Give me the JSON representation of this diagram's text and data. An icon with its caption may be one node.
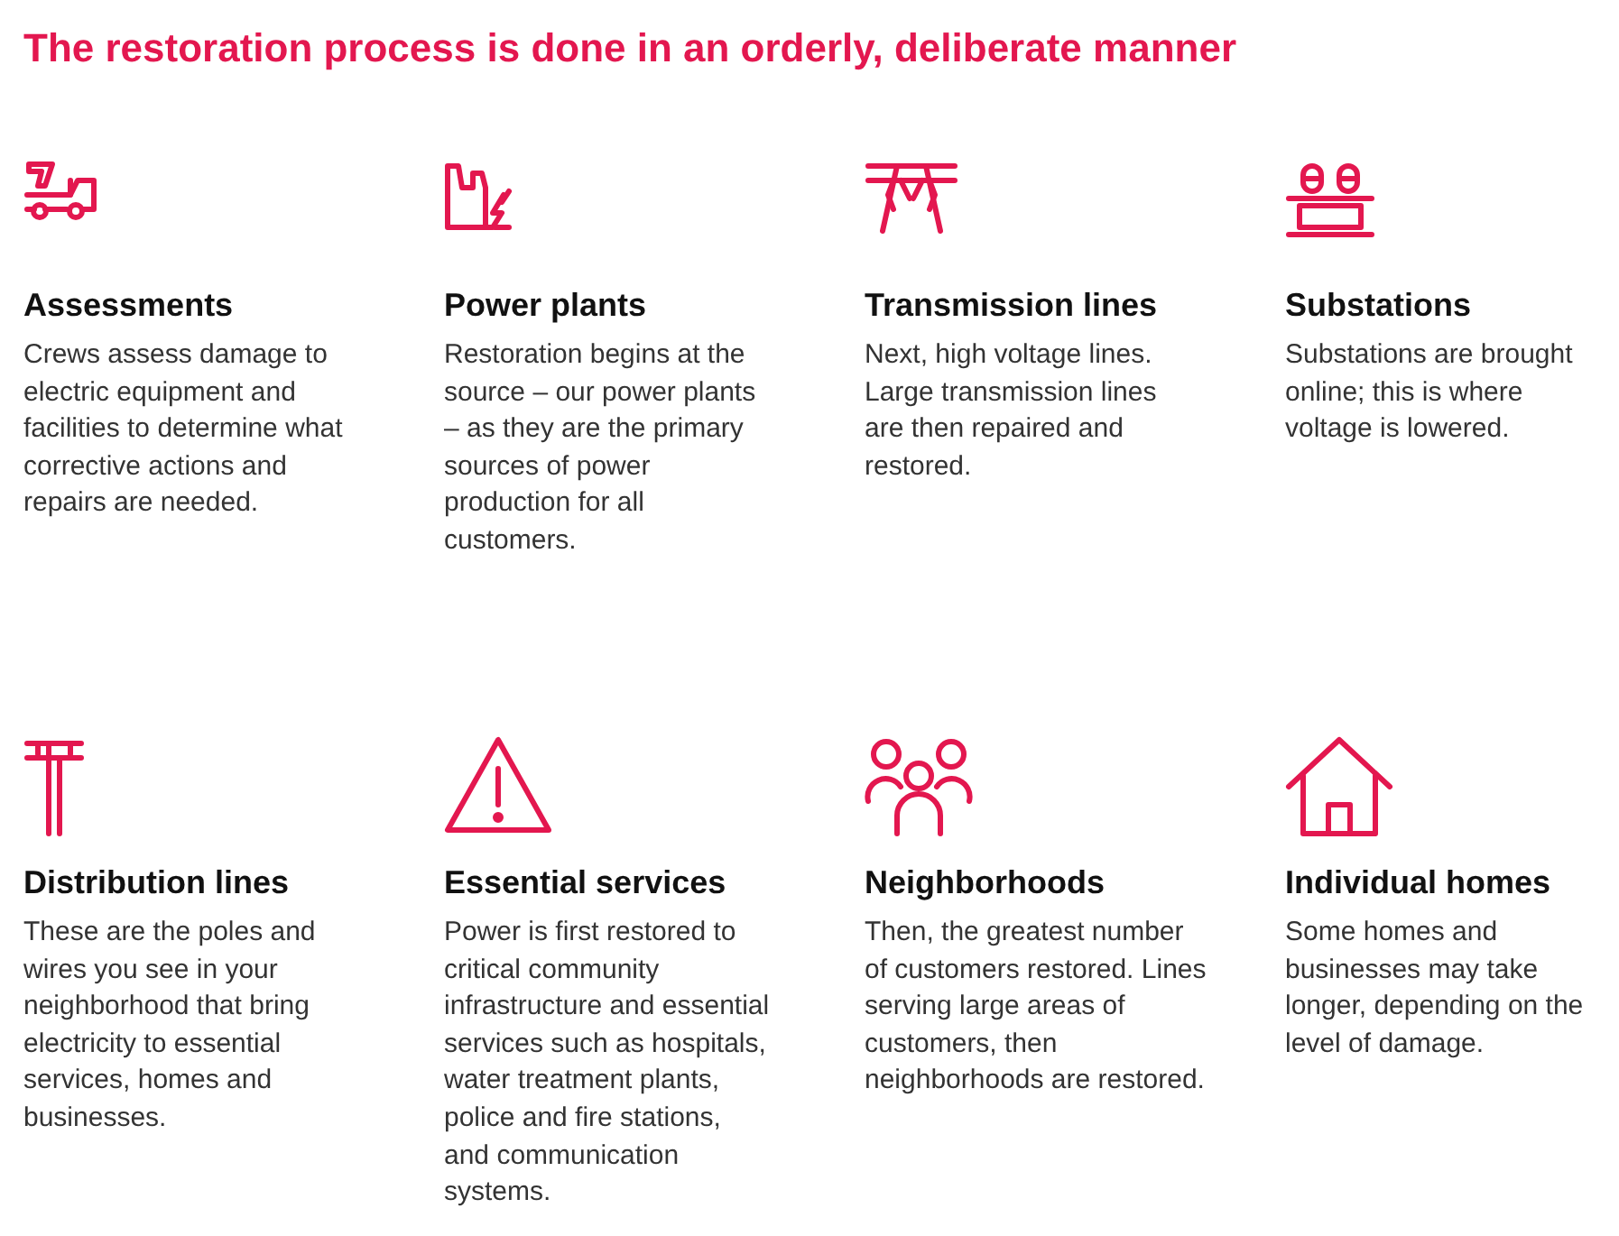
{
  "diagram": {
    "title": "The restoration process is done in an orderly, deliberate manner",
    "labels": [
      "Assessments",
      "Crews assess damage to electric equipment and facilities to determine what corrective actions and repairs are needed.",
      "Power plants",
      "Restoration begins at the source – our power plants – as they are the primary sources of power production for all customers.",
      "Transmission lines",
      "Next, high voltage lines. Large transmission lines are then repaired and restored.",
      "Substations",
      "Substations are brought online; this is where voltage is lowered.",
      "Distribution lines",
      "These are the poles and wires you see in your neighborhood that bring electricity to essential services, homes and businesses.",
      "Essential services",
      "Power is first restored to critical community infrastructure and essential services such as hospitals, water treatment plants, police and fire stations, and communication systems.",
      "Neighborhoods",
      "Then, the greatest number of customers restored. Lines serving large areas of customers, then neighborhoods are restored.",
      "Individual homes",
      "Some homes and businesses may take longer, depending on the level of damage."
    ]
  }
}
